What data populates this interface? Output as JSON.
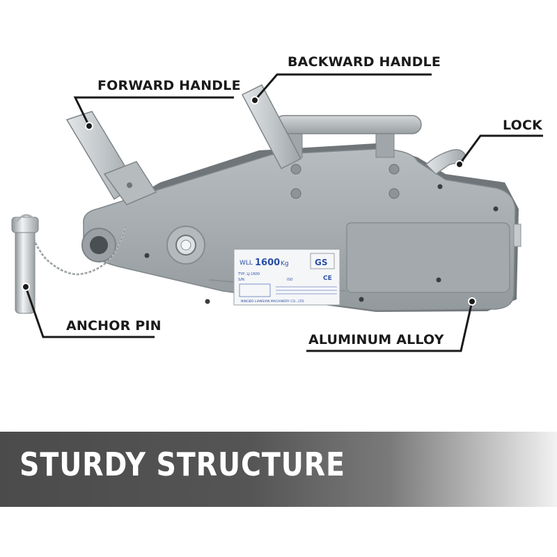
{
  "callouts": {
    "forward_handle": "FORWARD HANDLE",
    "backward_handle": "BACKWARD HANDLE",
    "lock": "LOCK",
    "anchor_pin": "ANCHOR PIN",
    "aluminum_alloy": "ALUMINUM ALLOY"
  },
  "banner": {
    "title": "STURDY STRUCTURE"
  },
  "nameplate": {
    "wll_label": "WLL",
    "wll_value": "1600",
    "wll_unit": "Kg",
    "gs_mark": "GS",
    "ce_mark": "CE",
    "type_line": "TYP: LJ-1600",
    "model_code": "ISO",
    "serial_label": "S/N:",
    "manufacturer": "NINGBO LIANSIAN MACHINERY CO., LTD"
  },
  "colors": {
    "body": "#a9afb2",
    "body_dark": "#8d9396",
    "handle_metal": "#c8cccf",
    "plate_blue": "#2a4fa6",
    "banner_dark": "#4b4b4b",
    "banner_text": "#ffffff",
    "callout_text": "#1a1a1a"
  }
}
